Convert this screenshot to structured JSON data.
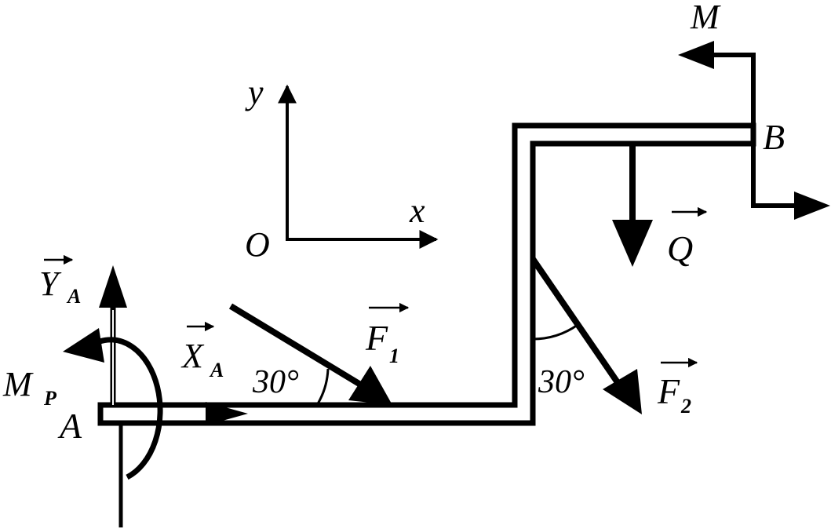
{
  "axes": {
    "x_label": "x",
    "y_label": "y",
    "origin_label": "O"
  },
  "points": {
    "a": "A",
    "b": "B"
  },
  "forces": {
    "xa": {
      "main": "X",
      "sub": "A"
    },
    "ya": {
      "main": "Y",
      "sub": "A"
    },
    "mp": {
      "main": "M",
      "sub": "P"
    },
    "f1": {
      "main": "F",
      "sub": "1"
    },
    "f2": {
      "main": "F",
      "sub": "2"
    },
    "q": {
      "main": "Q"
    },
    "m": {
      "main": "M"
    }
  },
  "angles": {
    "f1": "30°",
    "f2": "30°"
  },
  "colors": {
    "ink": "#000000",
    "background": "#ffffff"
  }
}
